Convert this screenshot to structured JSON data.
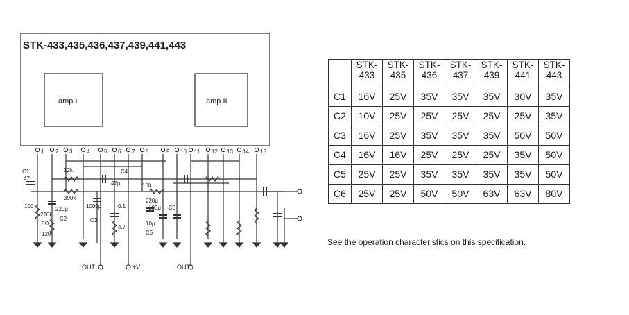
{
  "schematic": {
    "title": "STK-433,435,436,437,439,441,443",
    "amp1_label": "amp  I",
    "amp2_label": "amp  II",
    "pins": [
      "1",
      "2",
      "3",
      "4",
      "5",
      "6",
      "7",
      "8",
      "9",
      "10",
      "11",
      "12",
      "13",
      "14",
      "15"
    ],
    "labels": {
      "c1": "C1",
      "c1_val": "47",
      "c2": "C2",
      "c3": "C3",
      "c4": "C4",
      "c4_val": "47μ",
      "c5": "C5",
      "c6": "C6",
      "r12k": "12k",
      "r390k": "390k",
      "r220k": "220k",
      "r220u": "220μ",
      "r100": "100",
      "r120": "120",
      "r8": "8Ω",
      "r10u": "10μ",
      "r01": "0.1",
      "r47": "4.7",
      "r220b": "220μ",
      "r100b": "100μ",
      "r100a": "100",
      "c_1000": "1000μ",
      "out1": "OUT",
      "vcc": "+V",
      "out2": "OUT"
    }
  },
  "table": {
    "columns": [
      {
        "a": "STK-",
        "b": "433"
      },
      {
        "a": "STK-",
        "b": "435"
      },
      {
        "a": "STK-",
        "b": "436"
      },
      {
        "a": "STK-",
        "b": "437"
      },
      {
        "a": "STK-",
        "b": "439"
      },
      {
        "a": "STK-",
        "b": "441"
      },
      {
        "a": "STK-",
        "b": "443"
      }
    ],
    "rows": [
      {
        "label": "C1",
        "values": [
          "16V",
          "25V",
          "35V",
          "35V",
          "35V",
          "30V",
          "35V"
        ]
      },
      {
        "label": "C2",
        "values": [
          "10V",
          "25V",
          "25V",
          "25V",
          "25V",
          "25V",
          "35V"
        ]
      },
      {
        "label": "C3",
        "values": [
          "16V",
          "25V",
          "35V",
          "35V",
          "35V",
          "50V",
          "50V"
        ]
      },
      {
        "label": "C4",
        "values": [
          "16V",
          "16V",
          "25V",
          "25V",
          "25V",
          "35V",
          "50V"
        ]
      },
      {
        "label": "C5",
        "values": [
          "25V",
          "25V",
          "35V",
          "35V",
          "35V",
          "35V",
          "50V"
        ]
      },
      {
        "label": "C6",
        "values": [
          "25V",
          "25V",
          "50V",
          "50V",
          "63V",
          "63V",
          "80V"
        ]
      }
    ]
  },
  "note": "See the operation characteristics on this specification."
}
